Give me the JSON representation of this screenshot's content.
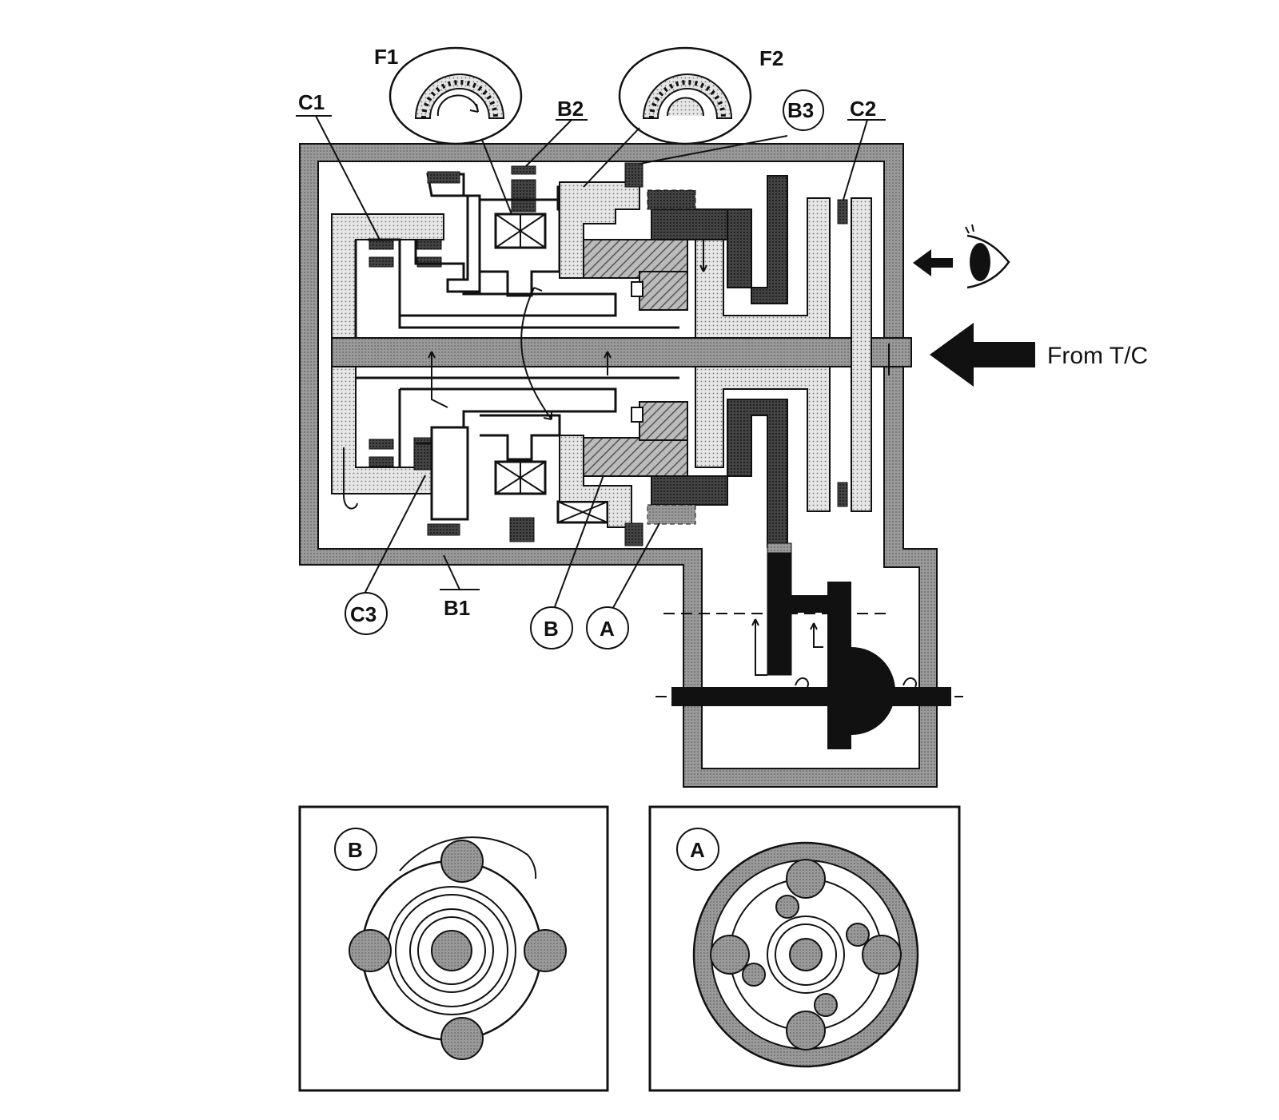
{
  "labels": {
    "f1": "F1",
    "f2": "F2",
    "c1": "C1",
    "b2": "B2",
    "b3": "B3",
    "c2": "C2",
    "c3": "C3",
    "b1": "B1",
    "b": "B",
    "a": "A",
    "from_tc": "From T/C",
    "inset_b": "B",
    "inset_a": "A"
  },
  "colors": {
    "housing": "#8c8c8c",
    "light_part": "#c8c8c8",
    "dotted_part": "#dcdcdc",
    "dark_part": "#3a3a3a",
    "outline": "#111111",
    "background": "#ffffff"
  },
  "icons": {
    "eye": "eye-icon",
    "arrow_left_small": "arrow-left-icon",
    "arrow_left_big": "input-arrow-icon"
  }
}
